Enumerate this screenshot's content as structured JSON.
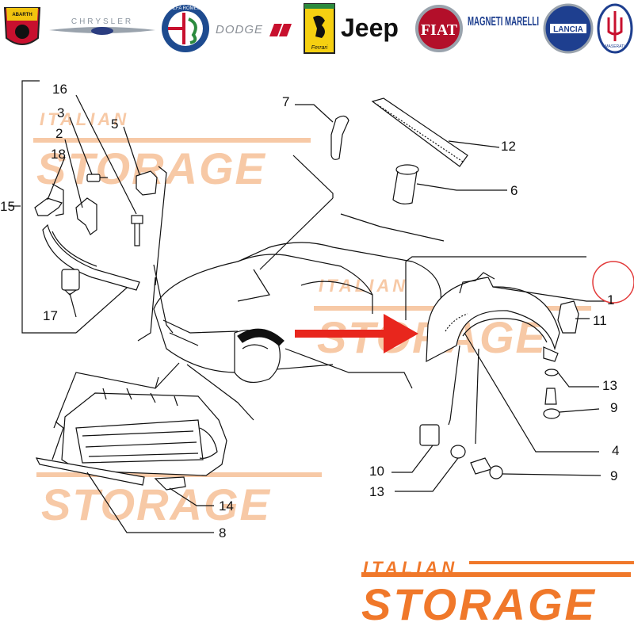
{
  "logos": [
    {
      "name": "abarth",
      "text": "ABARTH"
    },
    {
      "name": "chrysler",
      "text": "CHRYSLER"
    },
    {
      "name": "alfa-romeo",
      "text": "ALFA ROMEO"
    },
    {
      "name": "dodge",
      "text": "DODGE"
    },
    {
      "name": "ferrari",
      "text": "Ferrari"
    },
    {
      "name": "jeep",
      "text": "Jeep"
    },
    {
      "name": "fiat",
      "text": "FIAT"
    },
    {
      "name": "magneti-marelli",
      "text": "MAGNETI MARELLI"
    },
    {
      "name": "lancia",
      "text": "LANCIA"
    },
    {
      "name": "maserati",
      "text": "MASERATI"
    }
  ],
  "callouts": [
    "16",
    "3",
    "5",
    "2",
    "18",
    "15",
    "17",
    "7",
    "12",
    "6",
    "1",
    "11",
    "13",
    "9",
    "4",
    "10",
    "13",
    "9",
    "14",
    "8"
  ],
  "watermark": {
    "line1": "ITALIAN",
    "line2": "STORAGE"
  },
  "brand": {
    "line1": "ITALIAN",
    "line2": "STORAGE"
  },
  "colors": {
    "brand_orange": "#f0782a",
    "watermark": "#f7c9a6",
    "arrow": "#e8261d",
    "highlight_circle": "#e23a3a",
    "ink": "#111111"
  }
}
